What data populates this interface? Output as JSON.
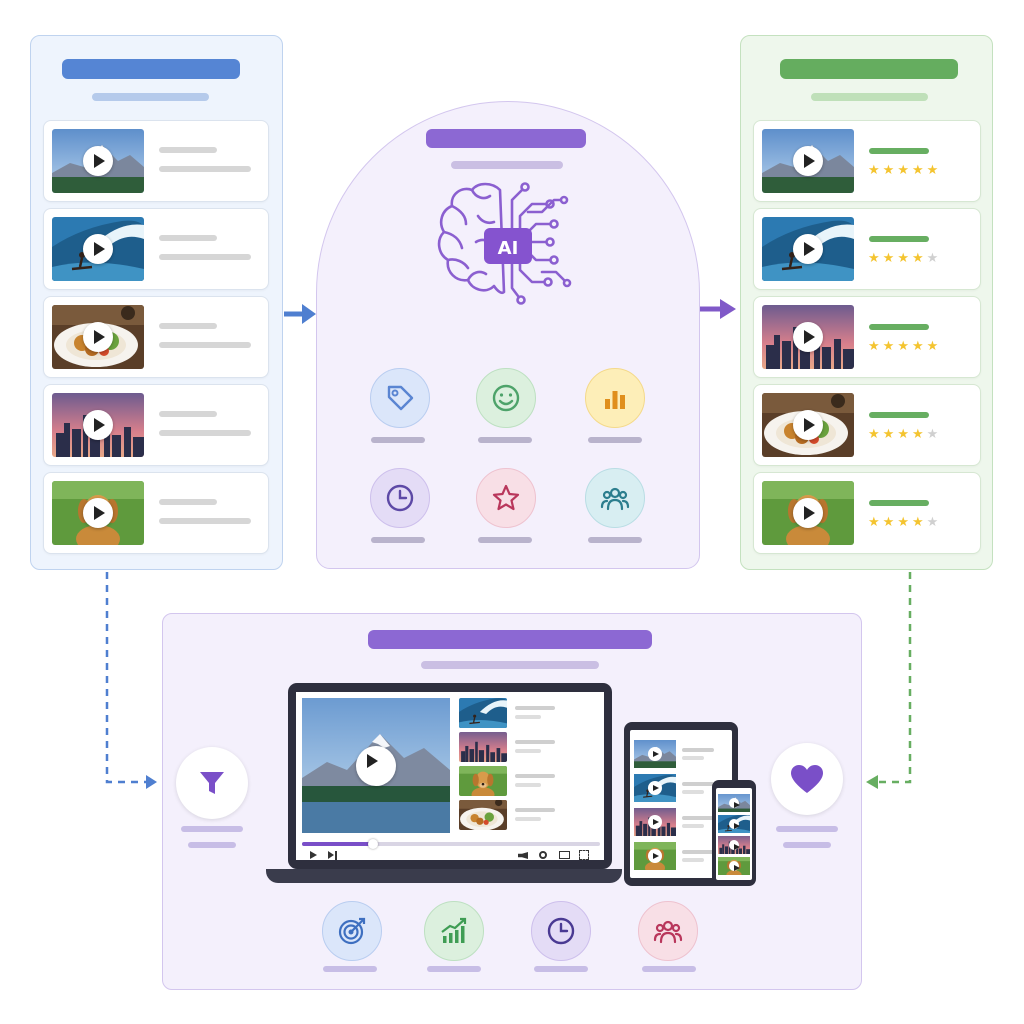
{
  "center": {
    "chip_label": "AI"
  },
  "colors": {
    "input_blue": "#4f7fd0",
    "ai_purple": "#8b68d2",
    "output_green": "#67ae61",
    "star_gold": "#f4c430"
  },
  "input_panel": {
    "items": [
      {
        "thumb": "mountain"
      },
      {
        "thumb": "surf"
      },
      {
        "thumb": "food"
      },
      {
        "thumb": "city"
      },
      {
        "thumb": "dog"
      }
    ]
  },
  "output_panel": {
    "items": [
      {
        "thumb": "mountain",
        "rating": 5
      },
      {
        "thumb": "surf",
        "rating": 4
      },
      {
        "thumb": "city",
        "rating": 5
      },
      {
        "thumb": "food",
        "rating": 4
      },
      {
        "thumb": "dog",
        "rating": 4
      }
    ]
  },
  "ai_icons": [
    "tag-icon",
    "smiley-icon",
    "bar-chart-icon",
    "clock-icon",
    "star-icon",
    "people-icon"
  ],
  "bottom_icons": [
    "target-icon",
    "growth-chart-icon",
    "clock-icon",
    "people-icon"
  ]
}
